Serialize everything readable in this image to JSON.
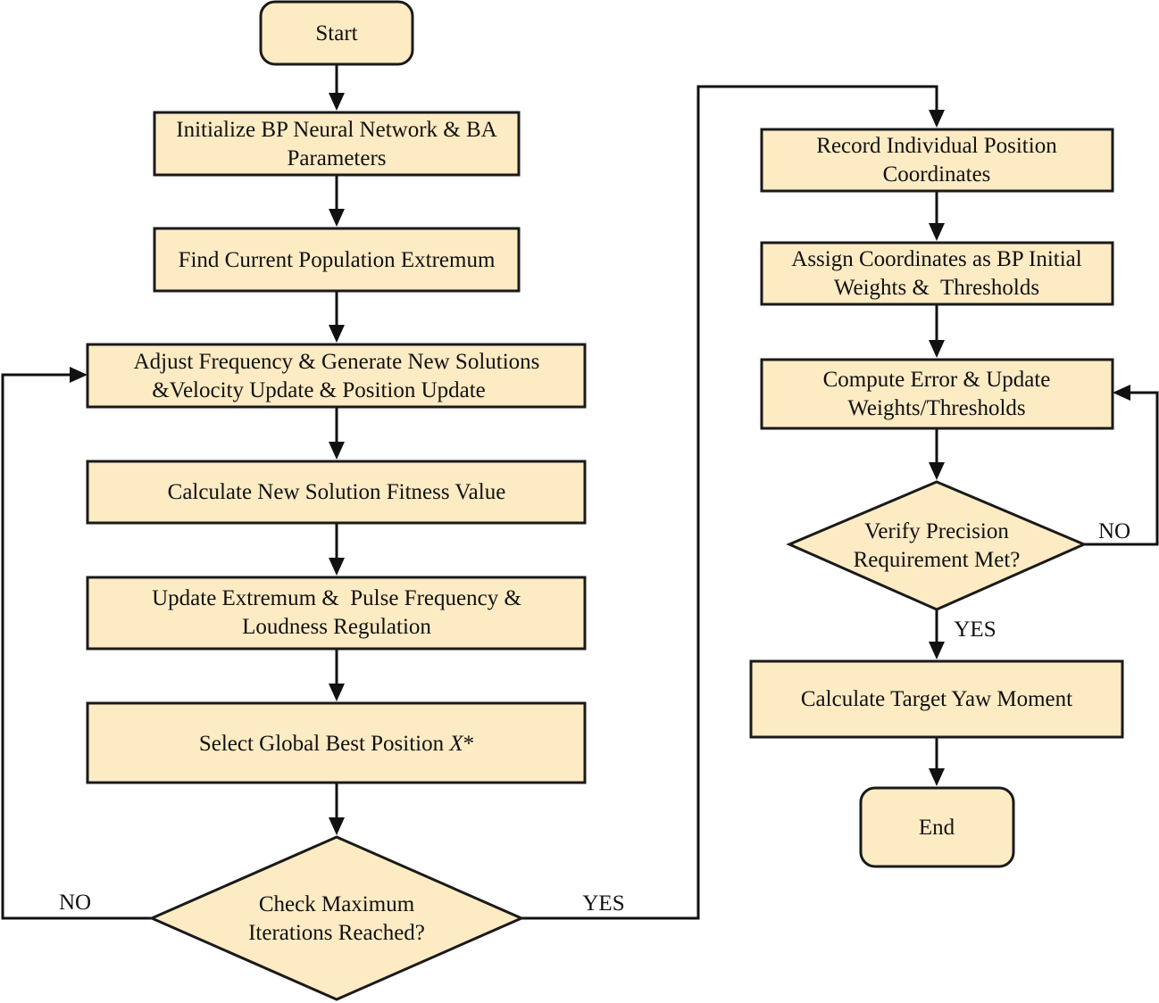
{
  "colors": {
    "node_fill": "#fdebc4",
    "stroke": "#1a1a1a"
  },
  "nodes": {
    "start": {
      "label": "Start"
    },
    "initialize": {
      "line1": "Initialize BP Neural Network & BA",
      "line2": "Parameters"
    },
    "find_extremum": {
      "label": "Find Current Population Extremum"
    },
    "adjust_frequency": {
      "line1": "Adjust Frequency & Generate New Solutions",
      "line2": "&Velocity Update & Position Update"
    },
    "calc_fitness": {
      "label": "Calculate New Solution Fitness Value"
    },
    "update_extremum": {
      "line1": "Update Extremum &  Pulse Frequency &",
      "line2": "Loudness Regulation"
    },
    "select_global": {
      "label": "Select Global Best Position ",
      "label_var": "X",
      "label_suffix": "*"
    },
    "check_max": {
      "line1": "Check Maximum",
      "line2": "Iterations Reached?"
    },
    "record_position": {
      "line1": "Record Individual Position",
      "line2": "Coordinates"
    },
    "assign_coords": {
      "line1": "Assign Coordinates as BP Initial",
      "line2": "Weights &  Thresholds"
    },
    "compute_error": {
      "line1": "Compute Error & Update",
      "line2": "Weights/Thresholds"
    },
    "verify_precision": {
      "line1": "Verify Precision",
      "line2": "Requirement Met?"
    },
    "calc_yaw": {
      "label": "Calculate Target Yaw Moment"
    },
    "end": {
      "label": "End"
    }
  },
  "edge_labels": {
    "check_no": "NO",
    "check_yes": "YES",
    "verify_no": "NO",
    "verify_yes": "YES"
  }
}
